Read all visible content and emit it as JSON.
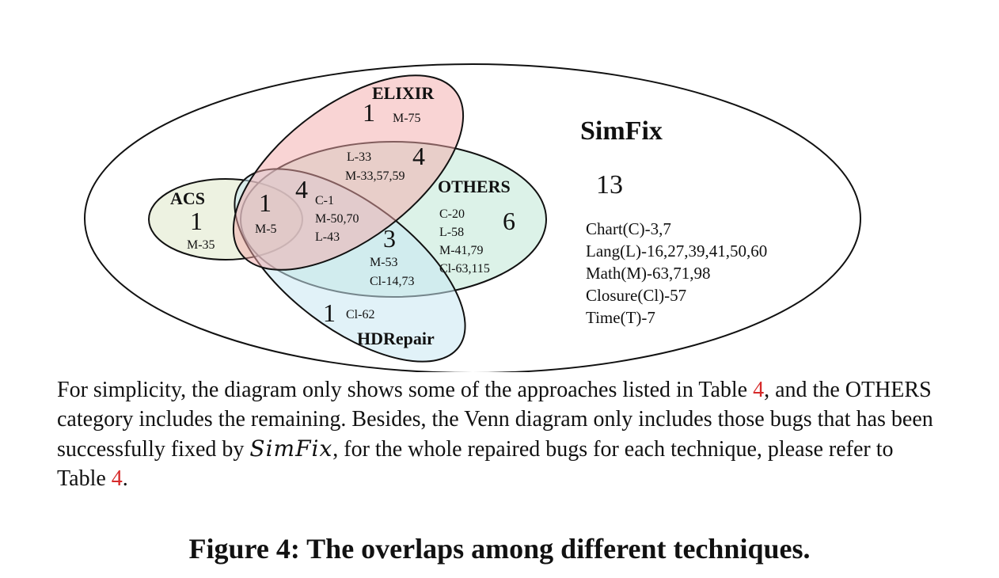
{
  "sets": {
    "simfix": "SimFix",
    "elixir": "ELIXIR",
    "acs": "ACS",
    "others": "OTHERS",
    "hdrepair": "HDRepair"
  },
  "colors": {
    "elixir": "#f3a9a9",
    "acs": "#eaf0dc",
    "others": "#bfe8d6",
    "hdrepair": "#c9e8f3",
    "outline": "#111111"
  },
  "regions": {
    "elixir_only": {
      "count": "1",
      "bugs": [
        "M-75"
      ]
    },
    "elixir_others": {
      "count": "4",
      "bugs": [
        "L-33",
        "M-33,57,59"
      ]
    },
    "acs_only": {
      "count": "1",
      "bugs": [
        "M-35"
      ]
    },
    "acs_elixir_others_hdrepair": {
      "count": "1",
      "bugs": [
        "M-5"
      ]
    },
    "elixir_others_hdrepair": {
      "count": "4",
      "bugs": [
        "C-1",
        "M-50,70",
        "L-43"
      ]
    },
    "others_hdrepair": {
      "count": "3",
      "bugs": [
        "M-53",
        "Cl-14,73"
      ]
    },
    "others_only": {
      "count": "6",
      "bugs": [
        "C-20",
        "L-58",
        "M-41,79",
        "Cl-63,115"
      ]
    },
    "hdrepair_only": {
      "count": "1",
      "bugs": [
        "Cl-62"
      ]
    },
    "simfix_only": {
      "count": "13",
      "bugs": [
        "Chart(C)-3,7",
        "Lang(L)-16,27,39,41,50,60",
        "Math(M)-63,71,98",
        "Closure(Cl)-57",
        "Time(T)-7"
      ]
    }
  },
  "caption": {
    "part1": "For simplicity, the diagram only shows some of the approaches listed in Table ",
    "ref1": "4",
    "part2": ", and the OTHERS category includes the remaining. Besides, the Venn diagram only includes those bugs that has been successfully fixed by ",
    "tool": "SimFix",
    "part3": ", for the whole repaired bugs for each technique, please refer to Table ",
    "ref2": "4",
    "part4": "."
  },
  "figure_title": "Figure 4: The overlaps among different techniques."
}
